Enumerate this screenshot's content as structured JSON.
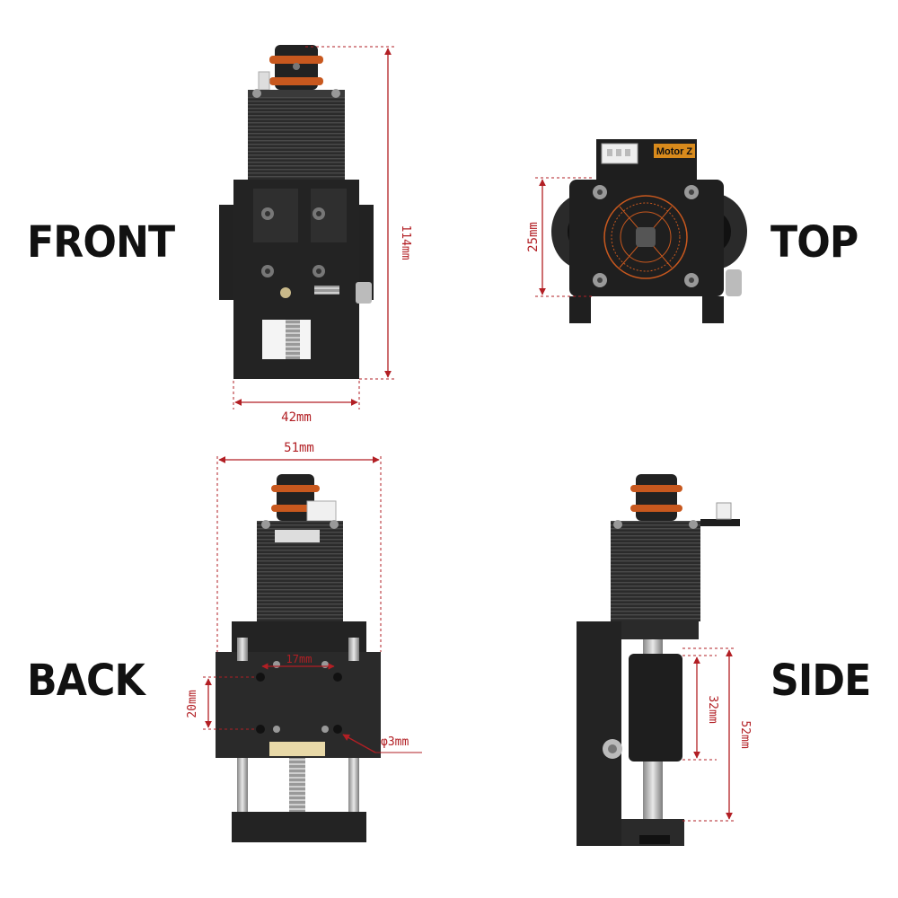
{
  "views": {
    "front": "FRONT",
    "top": "TOP",
    "back": "BACK",
    "side": "SIDE"
  },
  "dimensions": {
    "front_height": "114mm",
    "front_width": "42mm",
    "top_height": "25mm",
    "back_width": "51mm",
    "back_hole_spacing": "17mm",
    "back_hole_vertical": "20mm",
    "back_hole_diameter": "φ3mm",
    "side_inner": "32mm",
    "side_outer": "52mm"
  },
  "board_label": "Motor Z",
  "colors": {
    "dimension": "#b21f24",
    "body": "#1e1e1e",
    "oring": "#c8581e",
    "board": "#d88a1c"
  }
}
